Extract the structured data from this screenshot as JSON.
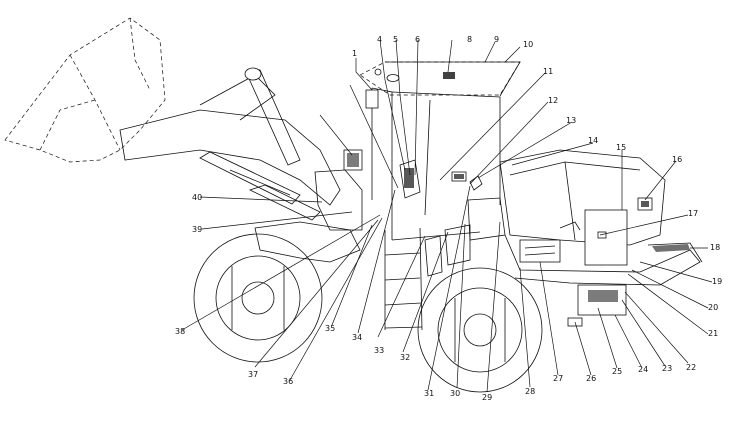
{
  "callouts": [
    {
      "id": "c1",
      "text": "1"
    },
    {
      "id": "c4",
      "text": "4"
    },
    {
      "id": "c5",
      "text": "5"
    },
    {
      "id": "c6",
      "text": "6"
    },
    {
      "id": "c8",
      "text": "8"
    },
    {
      "id": "c9",
      "text": "9"
    },
    {
      "id": "c10",
      "text": "10"
    },
    {
      "id": "c11",
      "text": "11"
    },
    {
      "id": "c12",
      "text": "12"
    },
    {
      "id": "c13",
      "text": "13"
    },
    {
      "id": "c14",
      "text": "14"
    },
    {
      "id": "c15",
      "text": "15"
    },
    {
      "id": "c16",
      "text": "16"
    },
    {
      "id": "c17",
      "text": "17"
    },
    {
      "id": "c18",
      "text": "18"
    },
    {
      "id": "c19",
      "text": "19"
    },
    {
      "id": "c20",
      "text": "20"
    },
    {
      "id": "c21",
      "text": "21"
    },
    {
      "id": "c22",
      "text": "22"
    },
    {
      "id": "c23",
      "text": "23"
    },
    {
      "id": "c24",
      "text": "24"
    },
    {
      "id": "c25",
      "text": "25"
    },
    {
      "id": "c26",
      "text": "26"
    },
    {
      "id": "c27",
      "text": "27"
    },
    {
      "id": "c28",
      "text": "28"
    },
    {
      "id": "c29",
      "text": "29"
    },
    {
      "id": "c30",
      "text": "30"
    },
    {
      "id": "c31",
      "text": "31"
    },
    {
      "id": "c32",
      "text": "32"
    },
    {
      "id": "c33",
      "text": "33"
    },
    {
      "id": "c34",
      "text": "34"
    },
    {
      "id": "c35",
      "text": "35"
    },
    {
      "id": "c36",
      "text": "36"
    },
    {
      "id": "c37",
      "text": "37"
    },
    {
      "id": "c38",
      "text": "38"
    },
    {
      "id": "c39",
      "text": "39"
    },
    {
      "id": "c40",
      "text": "40"
    }
  ]
}
